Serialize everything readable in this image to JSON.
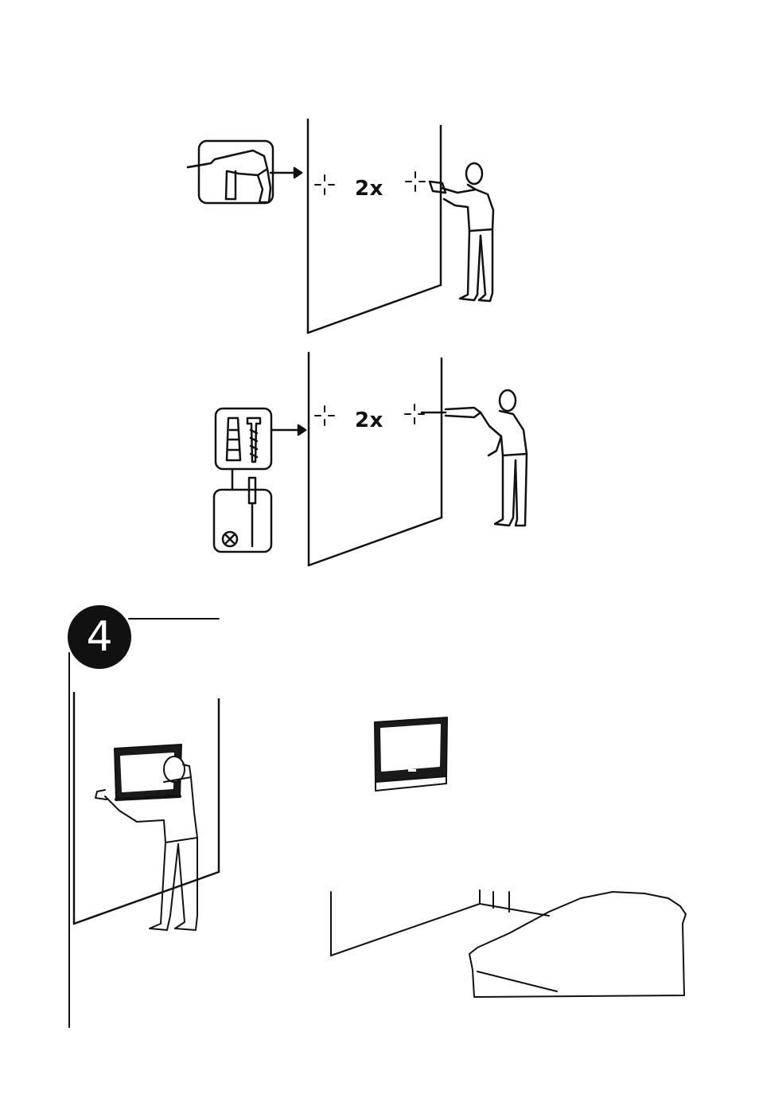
{
  "steps": [
    {
      "count_label": "2x",
      "icon": "drill-icon",
      "action": "drill-holes"
    },
    {
      "count_label": "2x",
      "icon": "screw-plug-icon",
      "action": "insert-screws"
    }
  ],
  "step4": {
    "number": "4"
  },
  "colors": {
    "ink": "#111111",
    "screen": "#1a1a1a",
    "paper": "#ffffff"
  }
}
